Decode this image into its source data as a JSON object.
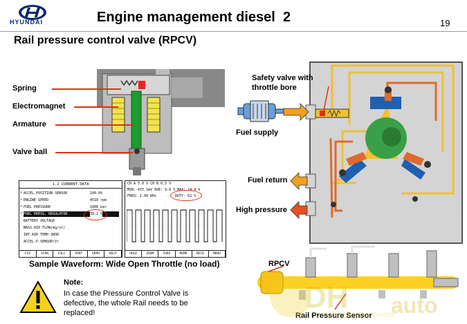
{
  "header": {
    "brand": "HYUNDAI",
    "title": "Engine management diesel  2",
    "page_number": "19"
  },
  "section_title": "Rail pressure control valve (RPCV)",
  "valve_labels": {
    "spring": "Spring",
    "electromagnet": "Electromagnet",
    "armature": "Armature",
    "valve_ball": "Valve ball"
  },
  "scan_screen": {
    "title": "1.2 CURRENT DATA",
    "rows": [
      {
        "mark": "*",
        "name": "ACCEL.POSITION SENSOR",
        "value": "100.0%"
      },
      {
        "mark": "*",
        "name": "ENGINE SPEED",
        "value": "4518 rpm"
      },
      {
        "mark": "*",
        "name": "FUEL PRESSURE",
        "value": "1000 bar"
      },
      {
        "mark": "*",
        "name": "FUEL PRESS. REGULATOR",
        "value": "39.2 %"
      },
      {
        "mark": "",
        "name": "BATTERY VOLTAGE",
        "value": ""
      },
      {
        "mark": "",
        "name": "MASS AIR FLOW(mg/st)",
        "value": ""
      },
      {
        "mark": "",
        "name": "INT.AIR TEMP.SNSR",
        "value": ""
      },
      {
        "mark": "",
        "name": "ACCEL.P.SENSOR(V)",
        "value": ""
      }
    ],
    "footer": [
      "FIX",
      "SCAN",
      "FULL",
      "PART",
      "GRPH",
      "HELP"
    ]
  },
  "wave_screen": {
    "row1": "CH A  5.0 V   CH B  0.5 V",
    "row2": "MIN:-475.1mV AVE:  9.0 V  MAX: 14.9 V",
    "freq": "FREQ:   1.00 KHz",
    "duty": "DUTY:  62 %",
    "footer": [
      "HOLD",
      "ZOOM",
      "CURS",
      "MEMO",
      "RECD",
      "MENU"
    ]
  },
  "caption": "Sample Waveform: Wide Open Throttle (no load)",
  "note": {
    "title": "Note:",
    "body": "In case the Pressure Control Valve is defective, the whole Rail needs to be replaced!"
  },
  "system_labels": {
    "safety_valve": "Safety valve with throttle bore",
    "fuel_supply": "Fuel supply",
    "fuel_return": "Fuel return",
    "high_pressure": "High pressure",
    "rpcv": "RPCV",
    "rail_sensor": "Rail Pressure Sensor"
  },
  "watermark": "Your Car Diagnostics Centre",
  "colors": {
    "leader": "#e03010",
    "fuel_yellow": "#f0c030",
    "fuel_return_arrow": "#f0a020",
    "high_pressure_arrow": "#e85020",
    "pump_green": "#3aa048"
  }
}
